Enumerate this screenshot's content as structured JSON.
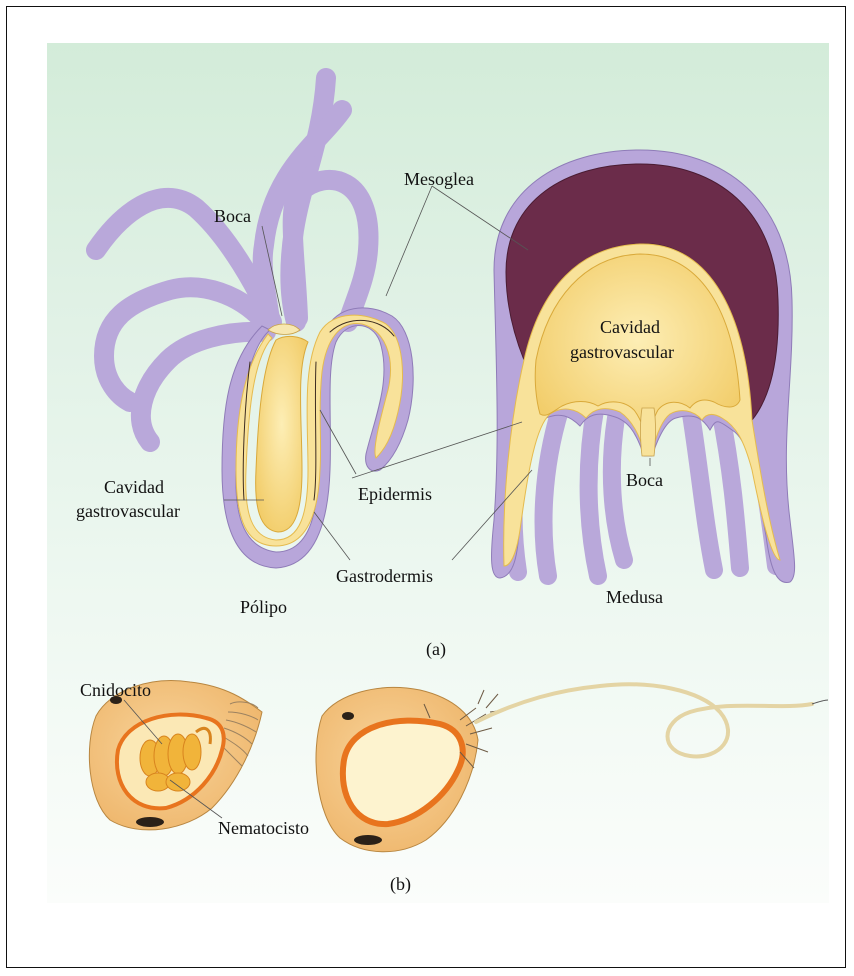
{
  "labels": {
    "mesoglea": "Mesoglea",
    "boca_polyp": "Boca",
    "boca_medusa": "Boca",
    "cavidad_polyp_1": "Cavidad",
    "cavidad_polyp_2": "gastrovascular",
    "cavidad_medusa_1": "Cavidad",
    "cavidad_medusa_2": "gastrovascular",
    "epidermis": "Epidermis",
    "gastrodermis": "Gastrodermis",
    "polipo": "Pólipo",
    "medusa": "Medusa",
    "panel_a": "(a)",
    "cnidocito": "Cnidocito",
    "nematocisto": "Nematocisto",
    "panel_b": "(b)"
  },
  "colors": {
    "epidermis": "#b5a4d6",
    "gastrodermis": "#f6d77a",
    "cavity": "#f8dc8c",
    "mesoglea_bell": "#6b2c4a",
    "cell_body": "#f4c27e",
    "capsule": "#e8741e",
    "background_top": "#d3ecd9"
  }
}
